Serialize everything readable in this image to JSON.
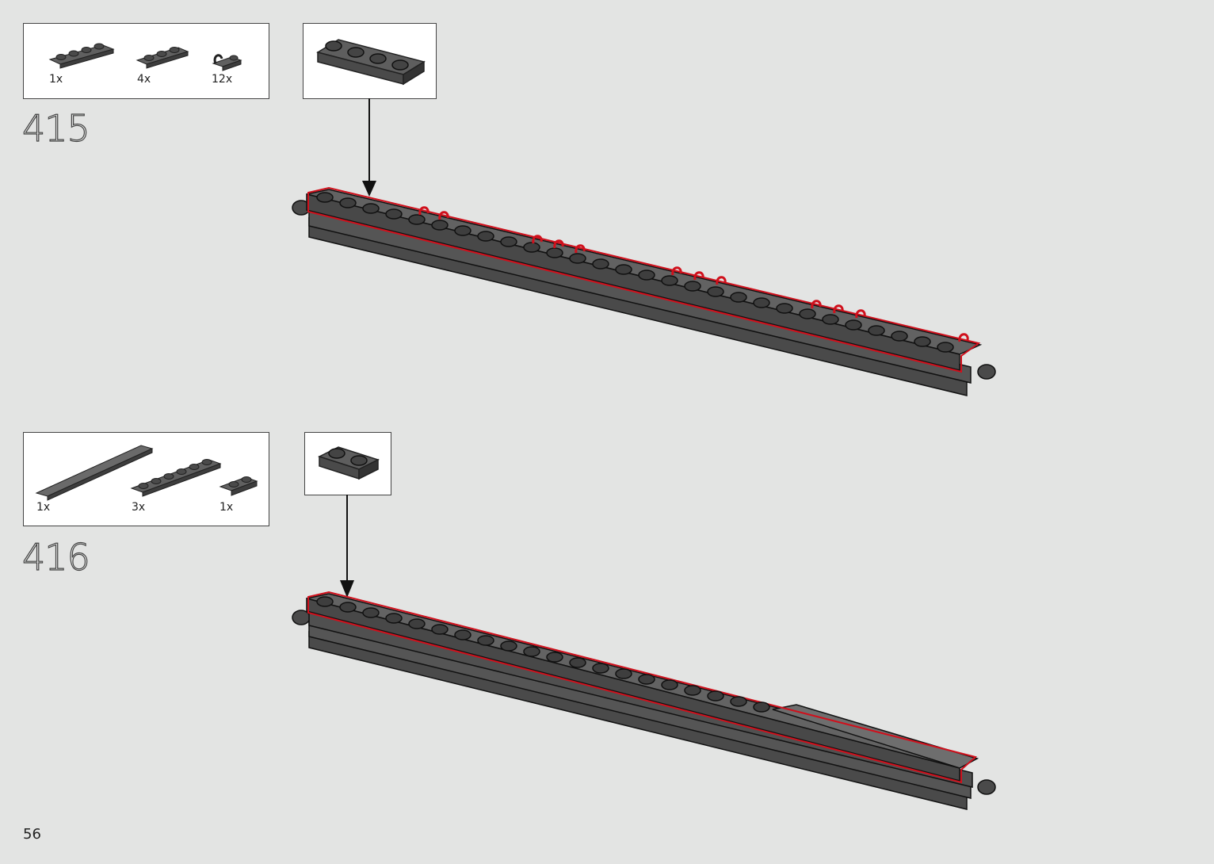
{
  "page": {
    "number": "56"
  },
  "steps": [
    {
      "number": "415",
      "parts": [
        {
          "qty": "1x",
          "icon": "plate-1x4-icon"
        },
        {
          "qty": "4x",
          "icon": "plate-1x3-icon"
        },
        {
          "qty": "12x",
          "icon": "clip-plate-icon"
        }
      ],
      "callout": "plate-1x4-callout"
    },
    {
      "number": "416",
      "parts": [
        {
          "qty": "1x",
          "icon": "long-tile-icon"
        },
        {
          "qty": "3x",
          "icon": "plate-1x6-icon"
        },
        {
          "qty": "1x",
          "icon": "plate-1x2-icon"
        }
      ],
      "callout": "plate-1x2-callout"
    }
  ],
  "colors": {
    "background": "#e3e4e3",
    "brick": "#5a5a5a",
    "brick_dark": "#3a3a3a",
    "highlight": "#d0101c"
  }
}
